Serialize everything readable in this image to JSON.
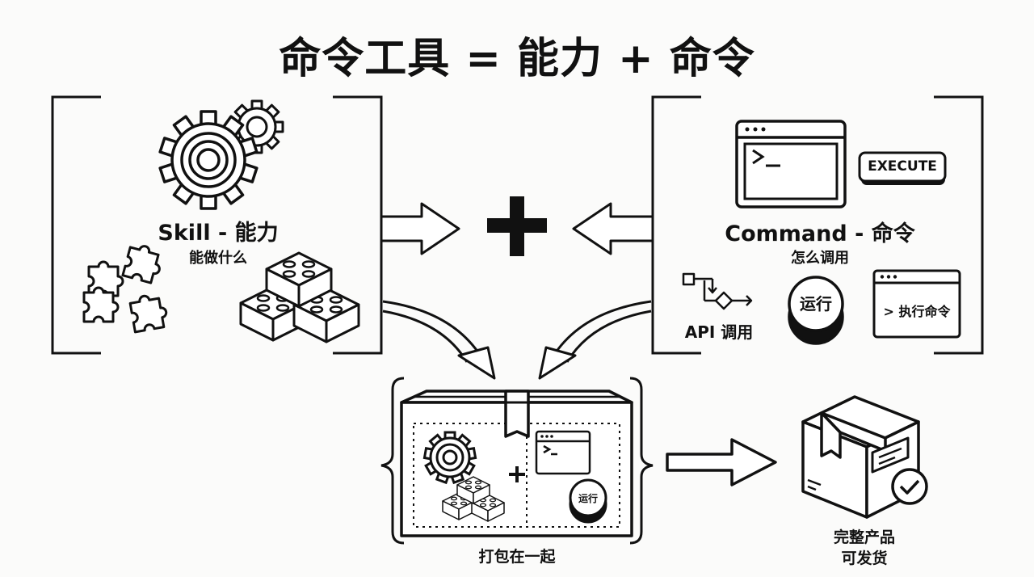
{
  "title": "命令工具 = 能力 + 命令",
  "skill": {
    "label": "Skill - 能力",
    "sublabel": "能做什么",
    "icons": [
      "gears-icon",
      "puzzle-icon",
      "building-blocks-icon"
    ]
  },
  "command": {
    "label": "Command - 命令",
    "sublabel": "怎么调用",
    "execute_button": "EXECUTE",
    "api_label": "API 调用",
    "run_button": "运行",
    "terminal_text": "> 执行命令",
    "icons": [
      "terminal-window-icon",
      "flowchart-icon",
      "run-button-icon"
    ]
  },
  "package": {
    "label": "打包在一起",
    "run_button": "运行",
    "icons": [
      "box-icon",
      "gear-icon",
      "blocks-icon",
      "terminal-icon"
    ]
  },
  "product": {
    "label_line1": "完整产品",
    "label_line2": "可发货",
    "icons": [
      "package-icon",
      "check-circle-icon"
    ]
  },
  "colors": {
    "ink": "#111111",
    "background": "#fbfbfa"
  }
}
